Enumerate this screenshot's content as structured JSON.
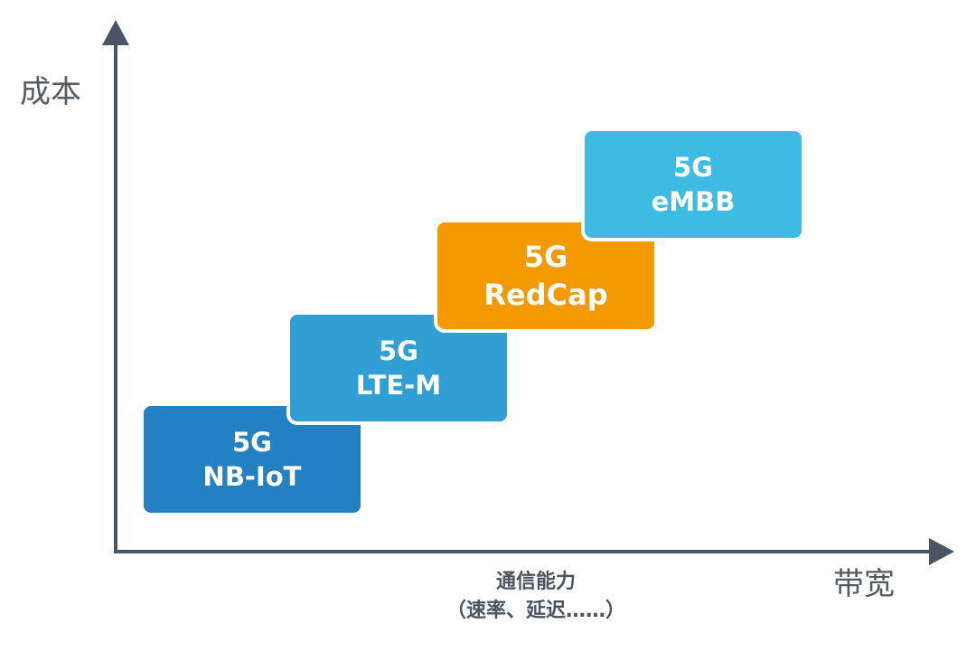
{
  "axes": {
    "y_label": "成本",
    "x_label": "带宽",
    "x_caption_line1": "通信能力",
    "x_caption_line2": "（速率、延迟……）",
    "axis_color": "#4a5563"
  },
  "steps": [
    {
      "line1": "5G",
      "line2": "NB-IoT",
      "color": "#2380c2"
    },
    {
      "line1": "5G",
      "line2": "LTE-M",
      "color": "#2f9fd4"
    },
    {
      "line1": "5G",
      "line2": "RedCap",
      "color": "#f39a00"
    },
    {
      "line1": "5G",
      "line2": "eMBB",
      "color": "#3dbbe3"
    }
  ]
}
